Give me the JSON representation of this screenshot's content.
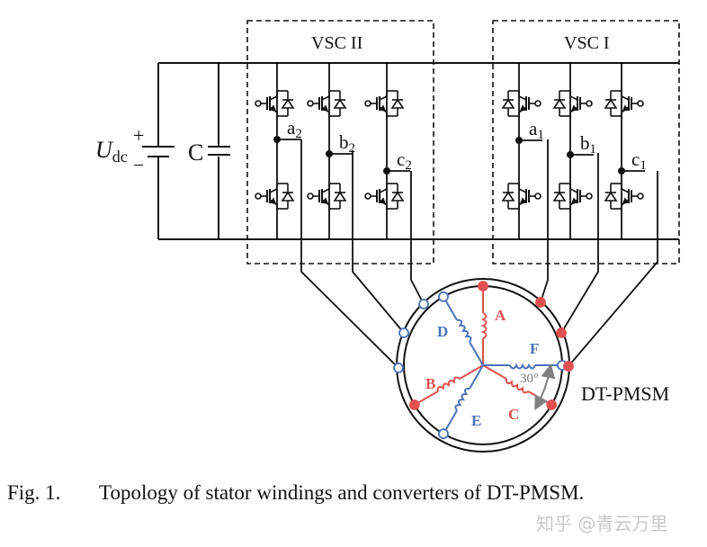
{
  "figure": {
    "source_label": "U",
    "source_subscript": "dc",
    "plus_sign": "+",
    "minus_sign": "–",
    "capacitor_label": "C",
    "vsc2_label": "VSC II",
    "vsc1_label": "VSC I",
    "vsc2_nodes": [
      {
        "letter": "a",
        "sub": "2"
      },
      {
        "letter": "b",
        "sub": "2"
      },
      {
        "letter": "c",
        "sub": "2"
      }
    ],
    "vsc1_nodes": [
      {
        "letter": "a",
        "sub": "1"
      },
      {
        "letter": "b",
        "sub": "1"
      },
      {
        "letter": "c",
        "sub": "1"
      }
    ],
    "motor_label": "DT-PMSM",
    "angle_label": "30°",
    "windings": [
      {
        "name": "A",
        "set": 1
      },
      {
        "name": "B",
        "set": 1
      },
      {
        "name": "C",
        "set": 1
      },
      {
        "name": "D",
        "set": 2
      },
      {
        "name": "E",
        "set": 2
      },
      {
        "name": "F",
        "set": 2
      }
    ],
    "colors": {
      "set1": "#e05050",
      "set2": "#4a72b8",
      "wire": "#111111",
      "angle_arrow": "#808080"
    }
  },
  "caption": {
    "number": "Fig. 1.",
    "text": "Topology of stator windings and converters of DT-PMSM."
  },
  "watermark": "知乎 @青云万里"
}
